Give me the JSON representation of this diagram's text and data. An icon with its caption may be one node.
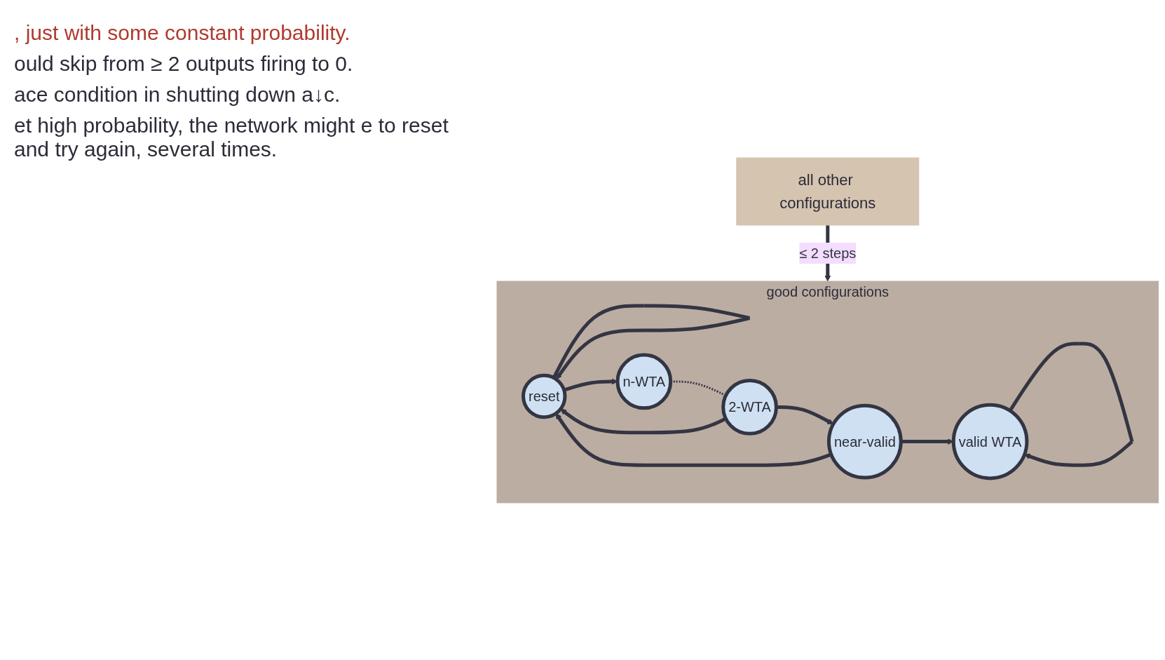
{
  "diagram": {
    "nodes": [
      {
        "text": [
          "all other configurations"
        ]
      },
      {
        "text": [
          "good configurations"
        ]
      },
      {
        "text": [
          "reset"
        ],
        "in": 1
      },
      {
        "text": [
          "n-WTA"
        ],
        "in": 1
      },
      {
        "text": [
          "2-WTA"
        ],
        "in": 1
      },
      {
        "text": [
          "near-valid"
        ],
        "in": 1
      },
      {
        "text": [
          "valid WTA"
        ],
        "in": 1
      }
    ],
    "edges": [
      {
        "from": 0,
        "to": 1,
        "arrow": "to",
        "label": "≤ 2 steps"
      },
      {
        "from": 2,
        "to": 2,
        "arrow": "to"
      },
      {
        "from": 2,
        "to": 3,
        "arrow": "to"
      },
      {
        "from": 3,
        "to": 4,
        "arrow": "none",
        "style": "dashed"
      },
      {
        "from": 4,
        "to": 5,
        "arrow": "to"
      },
      {
        "from": 5,
        "to": 6,
        "arrow": "to"
      },
      {
        "from": 6,
        "to": 6,
        "arrow": "to"
      },
      {
        "from": 4,
        "to": 2,
        "arrow": "to"
      },
      {
        "from": 5,
        "to": 2,
        "arrow": "to"
      }
    ],
    "labels": [
      ", just with some constant probability.",
      "ould skip from ≥ 2 outputs firing to 0.",
      "ace condition in shutting down a↓c.",
      "et high probability, the network might e to reset and try again, several times."
    ]
  }
}
